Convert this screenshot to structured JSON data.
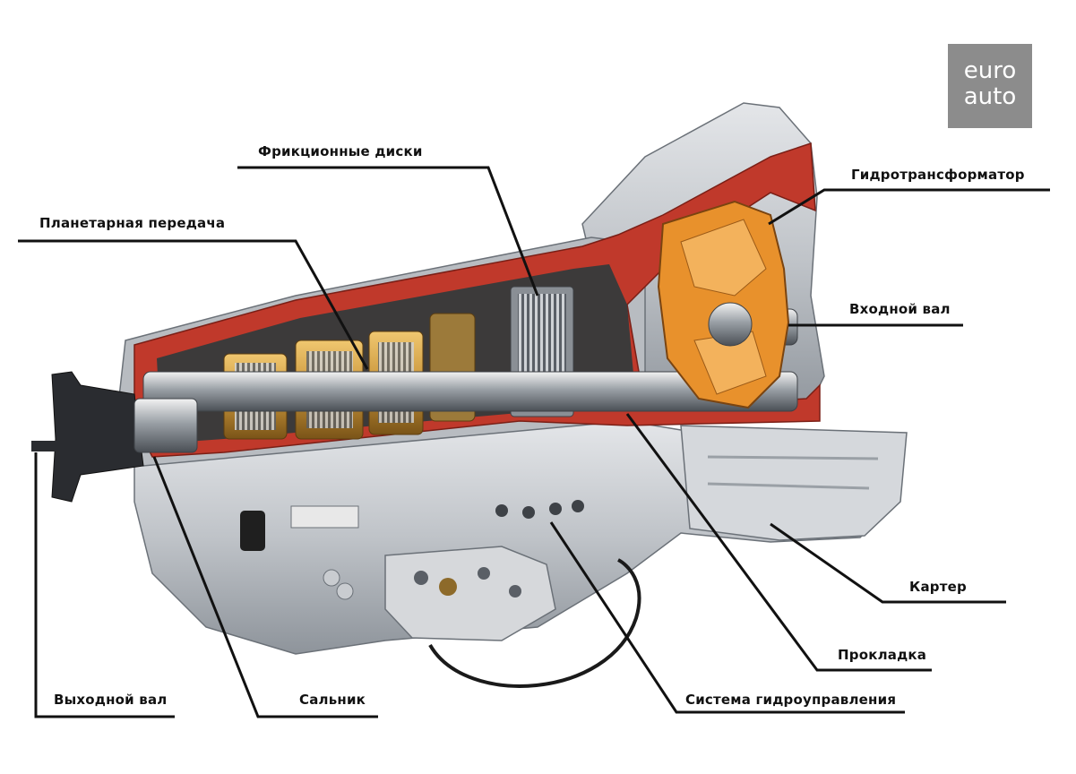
{
  "labels": {
    "friction_discs": "Фрикционные диски",
    "torque_converter": "Гидротрансформатор",
    "planetary_gear": "Планетарная передача",
    "input_shaft": "Входной вал",
    "oil_pan": "Картер",
    "gasket": "Прокладка",
    "output_shaft": "Выходной вал",
    "oil_seal": "Сальник",
    "hydraulic_control": "Система гидроуправления"
  },
  "logo": {
    "line1": "euro",
    "line2": "auto"
  },
  "colors": {
    "housing_cut": "#c0392b",
    "housing_metal": "#c9ccd0",
    "torque_converter": "#e8912c",
    "gears_gold": "#c9953a",
    "leader_line": "#111111",
    "logo_bg": "#8c8c8c"
  }
}
